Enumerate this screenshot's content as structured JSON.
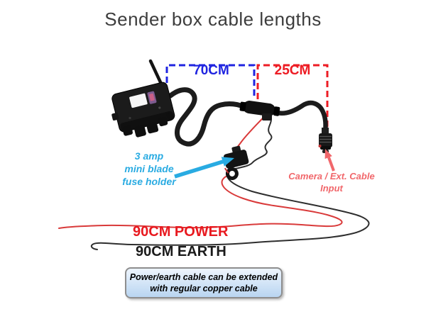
{
  "title": "Sender box cable lengths",
  "colors": {
    "blue": "#1f24e0",
    "red": "#ed1c24",
    "cyan": "#29abe2",
    "salmon": "#f1676b",
    "power-red": "#e8191f",
    "ink": "#3d3d3d",
    "wire-red": "#d93a3a",
    "wire-black": "#2e2e2e",
    "cable-black": "#1c1c1c"
  },
  "measurements": {
    "seg70": {
      "label": "70CM"
    },
    "seg25": {
      "label": "25CM"
    }
  },
  "annotations": {
    "fuse": {
      "line1": "3 amp",
      "line2": "mini blade",
      "line3": "fuse holder"
    },
    "camera": {
      "line1": "Camera / Ext. Cable",
      "line2": "Input"
    },
    "power_label": "90CM POWER",
    "earth_label": "90CM EARTH"
  },
  "note": {
    "line1": "Power/earth cable can be extended",
    "line2": "with regular copper cable"
  }
}
